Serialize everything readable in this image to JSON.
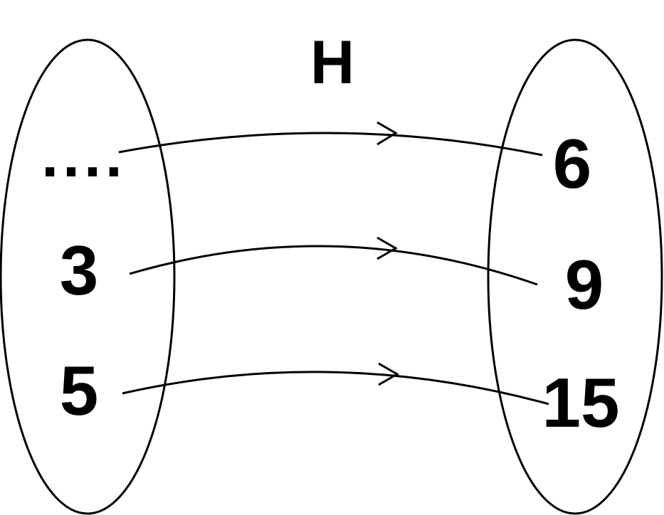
{
  "relation_name": "H",
  "domain_set": {
    "ellipsis": "....",
    "elements": [
      "3",
      "5"
    ]
  },
  "codomain_set": {
    "elements": [
      "6",
      "9",
      "15"
    ]
  },
  "mappings": [
    {
      "from": "....",
      "to": "6"
    },
    {
      "from": "3",
      "to": "9"
    },
    {
      "from": "5",
      "to": "15"
    }
  ]
}
